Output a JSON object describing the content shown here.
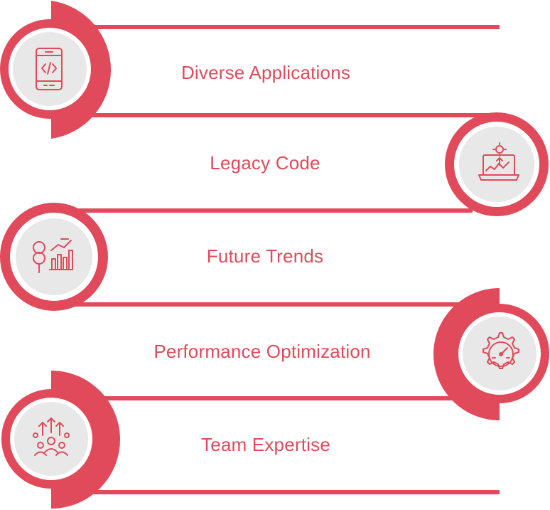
{
  "diagram": {
    "accent_color": "#e04a5a",
    "icon_disc_color": "#e8e8e8",
    "items": [
      {
        "label": "Diverse Applications",
        "icon": "mobile-code-icon"
      },
      {
        "label": "Legacy Code",
        "icon": "laptop-settings-icon"
      },
      {
        "label": "Future Trends",
        "icon": "search-trend-chart-icon"
      },
      {
        "label": "Performance Optimization",
        "icon": "gear-speedometer-icon"
      },
      {
        "label": "Team Expertise",
        "icon": "team-growth-icon"
      }
    ]
  }
}
